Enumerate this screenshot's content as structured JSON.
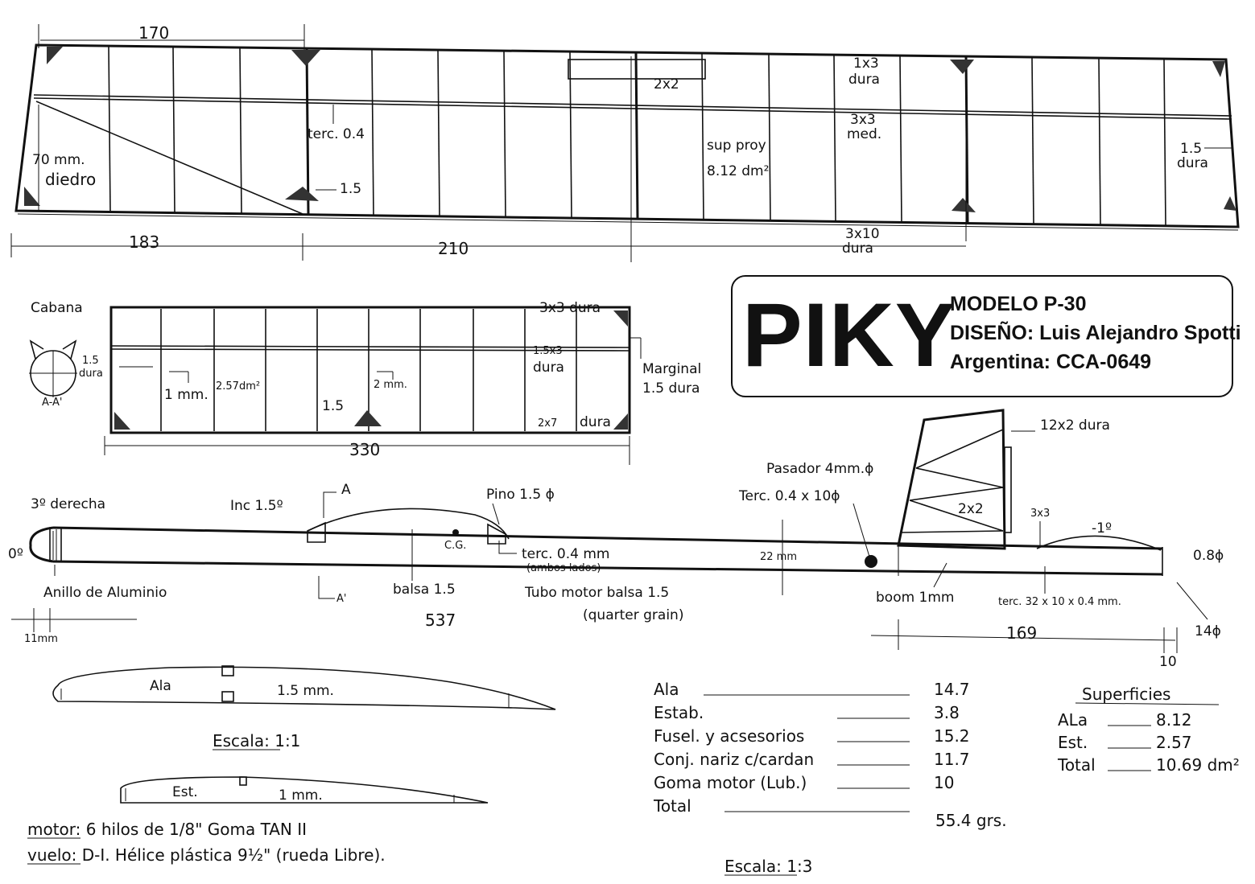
{
  "title_block": {
    "name": "PIKY",
    "model": "MODELO P-30",
    "design": "DISEÑO: Luis Alejandro Spotti",
    "country": "Argentina: CCA-0649"
  },
  "wing": {
    "dim_top": "170",
    "dim_183": "183",
    "dim_210": "210",
    "spar_center": "2x2",
    "le_label_1": "1x3",
    "le_label_2": "dura",
    "spar_label_1": "3x3",
    "spar_label_2": "med.",
    "terc": "terc. 0.4",
    "sheet_15": "1.5",
    "diedro_1": "70 mm.",
    "diedro_2": "diedro",
    "sup_proy": "sup proy",
    "area": "8.12 dm²",
    "te_label_1": "3x10",
    "te_label_2": "dura",
    "tip_1": "1.5",
    "tip_2": "dura"
  },
  "stab": {
    "cabana": "Cabana",
    "section": "A-A'",
    "cab_15": "1.5",
    "cab_dura": "dura",
    "le": "3x3 dura",
    "spar_1": "1.5x3",
    "spar_2": "dura",
    "mm1": "1 mm.",
    "area": "2.57dm²",
    "mm2": "2 mm.",
    "te_gus": "1.5",
    "te_1": "2x7",
    "te_2": "dura",
    "marginal_1": "Marginal",
    "marginal_2": "1.5 dura",
    "dim": "330"
  },
  "fuselage": {
    "thrust": "3º derecha",
    "zero": "0º",
    "inc": "Inc 1.5º",
    "a": "A",
    "a_prime": "A'",
    "pino": "Pino 1.5 ϕ",
    "cg": "C.G.",
    "terc": "terc. 0.4 mm",
    "ambos": "(ambos lados)",
    "anillo": "Anillo de Aluminio",
    "balsa": "balsa 1.5",
    "tubo": "Tubo motor balsa 1.5",
    "quarter": "(quarter grain)",
    "dim_537": "537",
    "dim_11": "11mm",
    "h22": "22 mm",
    "pasador": "Pasador 4mm.ϕ",
    "terc2": "Terc. 0.4 x 10ϕ",
    "fin_2x2": "2x2",
    "fin_12x2": "12x2 dura",
    "boom": "boom 1mm",
    "terc3": "terc. 32 x 10 x 0.4 mm.",
    "dim_169": "169",
    "s3x3": "3x3",
    "minus1": "-1º",
    "d08": "0.8ϕ",
    "d14": "14ϕ",
    "dim_10": "10"
  },
  "sections": {
    "ala": "Ala",
    "ala_mm": "1.5 mm.",
    "escala1": "Escala: 1:1",
    "est": "Est.",
    "est_mm": "1 mm."
  },
  "notes": {
    "motor": "motor: 6 hilos de 1/8\" Goma TAN II",
    "vuelo": "vuelo: D-I. Hélice plástica 9½\" (rueda Libre).",
    "escala3": "Escala: 1:3"
  },
  "weights": [
    {
      "label": "Ala",
      "value": "14.7"
    },
    {
      "label": "Estab.",
      "value": "3.8"
    },
    {
      "label": "Fusel. y acsesorios",
      "value": "15.2"
    },
    {
      "label": "Conj. nariz c/cardan",
      "value": "11.7"
    },
    {
      "label": "Goma motor (Lub.)",
      "value": "10"
    },
    {
      "label": "Total",
      "value": "55.4 grs."
    }
  ],
  "superficies": {
    "title": "Superficies",
    "rows": [
      {
        "label": "ALa",
        "value": "8.12"
      },
      {
        "label": "Est.",
        "value": "2.57"
      },
      {
        "label": "Total",
        "value": "10.69 dm²"
      }
    ]
  }
}
